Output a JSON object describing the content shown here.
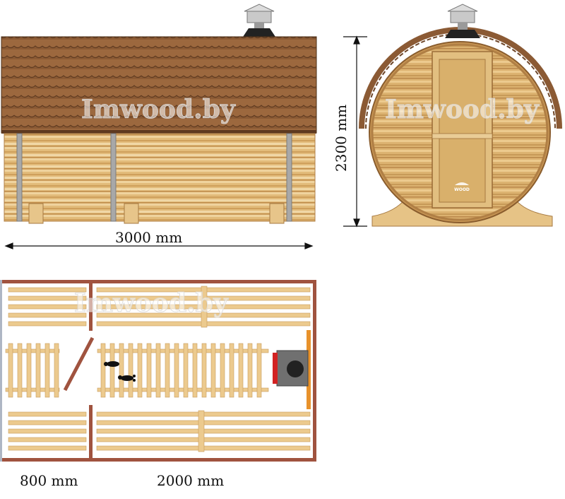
{
  "watermark": "Imwood.by",
  "door_logo": "WOOD",
  "dimensions": {
    "length": "3000 mm",
    "height": "2300 mm",
    "changing_room_width": "800 mm",
    "steam_room_width": "2000 mm"
  },
  "colors": {
    "roof": "#8b5a34",
    "roof_dark": "#5e3a20",
    "wood_light": "#ecc98e",
    "wood_mid": "#d9ae6b",
    "wall_frame": "#a0533f",
    "metal": "#a8a8a8",
    "stove": "#6e6e6e",
    "stove_front": "#d22222"
  },
  "icons": [
    "chimney-icon",
    "footprints-icon",
    "stove-icon"
  ]
}
